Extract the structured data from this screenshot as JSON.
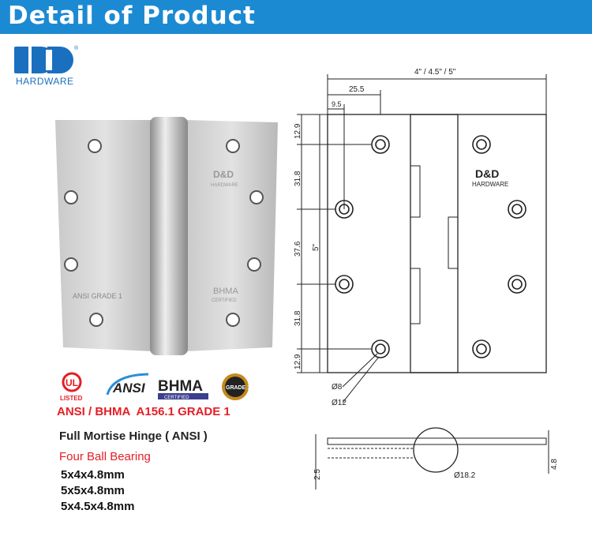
{
  "header": {
    "title": "Detail of Product",
    "bg_color": "#1c8ad2"
  },
  "logo": {
    "brand_text": "HARDWARE",
    "mark": "D&D logo"
  },
  "photo": {
    "stamp_brand": "D&D",
    "stamp_sub": "HARDWARE",
    "stamp_grade": "ANSI GRADE 1",
    "stamp_bhma": "BHMA",
    "stamp_cert": "CERTIFIED"
  },
  "certifications": [
    {
      "icon": "ul-listed-logo",
      "text": "UL",
      "sub": "LISTED"
    },
    {
      "icon": "ansi-logo",
      "text": "ANSI"
    },
    {
      "icon": "bhma-logo",
      "text": "BHMA",
      "sub": "CERTIFIED"
    },
    {
      "icon": "grade1-seal",
      "text": "GRADE 1"
    }
  ],
  "grade_line": "ANSI / BHMA  A156.1 GRADE 1",
  "product_type": "Full Mortise Hinge ( ANSI )",
  "bearing": "Four Ball Bearing",
  "sizes": [
    "5x4x4.8mm",
    "5x5x4.8mm",
    "5x4.5x4.8mm"
  ],
  "drawing": {
    "width_label": "4\" / 4.5\" / 5\"",
    "d25": "25.5",
    "d9": "9.5",
    "v1": "12.9",
    "v2": "31.8",
    "v3": "37.6",
    "v4": "31.8",
    "v5": "12.9",
    "height": "5\"",
    "hole_small": "Ø8",
    "hole_large": "Ø12",
    "brand": "D&D",
    "brand_sub": "HARDWARE",
    "knuckle_dia": "Ø18.2",
    "thick": "2.5",
    "leaf": "4.8"
  }
}
